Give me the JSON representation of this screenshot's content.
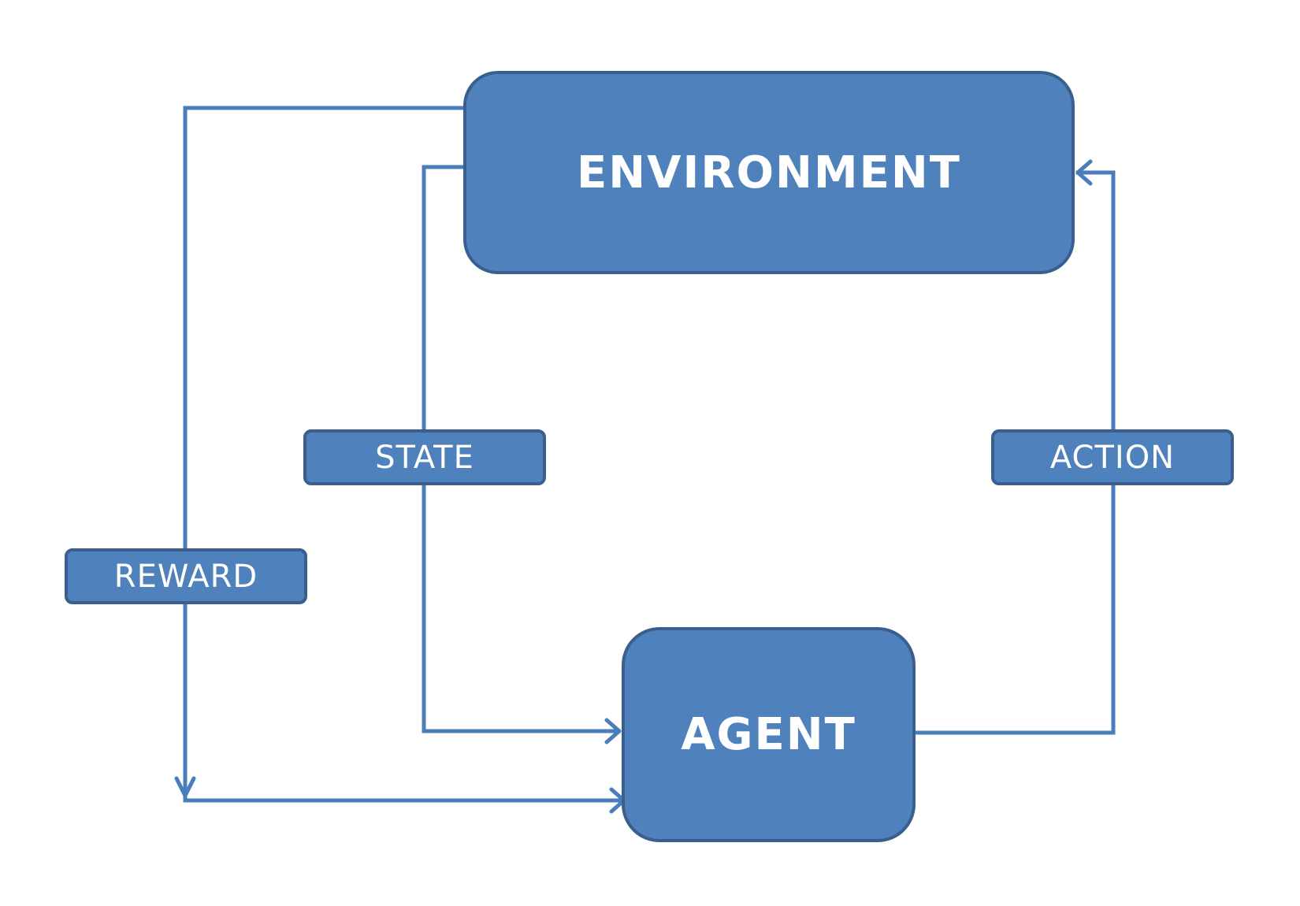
{
  "colors": {
    "box_fill": "#4f81bd",
    "box_border": "#3a5f8f",
    "connector": "#4a7ebb",
    "text": "#ffffff"
  },
  "nodes": {
    "environment": "ENVIRONMENT",
    "agent": "AGENT"
  },
  "edge_labels": {
    "state": "STATE",
    "action": "ACTION",
    "reward": "REWARD"
  }
}
